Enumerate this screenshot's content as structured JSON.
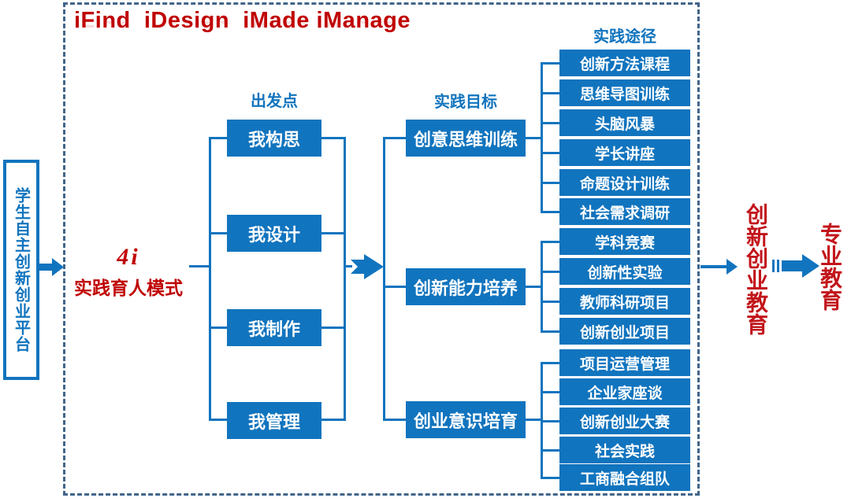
{
  "title": "iFind  iDesign  iMade iManage",
  "colors": {
    "blue": "#1174BE",
    "red": "#C00000",
    "red2": "#C2151B",
    "dash": "#41658A"
  },
  "platform": {
    "text": "学生自主创新创业平台"
  },
  "model": {
    "line1": "4i",
    "line2": "实践育人模式"
  },
  "stage1": {
    "label": "出发点",
    "items": [
      "我构思",
      "我设计",
      "我制作",
      "我管理"
    ]
  },
  "stage2": {
    "label": "实践目标",
    "items": [
      "创意思维训练",
      "创新能力培养",
      "创业意识培育"
    ]
  },
  "stage3": {
    "label": "实践途径",
    "groups": [
      [
        "创新方法课程",
        "思维导图训练",
        "头脑风暴",
        "学长讲座",
        "命题设计训练",
        "社会需求调研"
      ],
      [
        "学科竞赛",
        "创新性实验",
        "教师科研项目",
        "创新创业项目"
      ],
      [
        "项目运营管理",
        "企业家座谈",
        "创新创业大赛",
        "社会实践",
        "工商融合组队"
      ]
    ]
  },
  "outputs": {
    "primary": "创新创业教育",
    "secondary": "专业教育"
  }
}
